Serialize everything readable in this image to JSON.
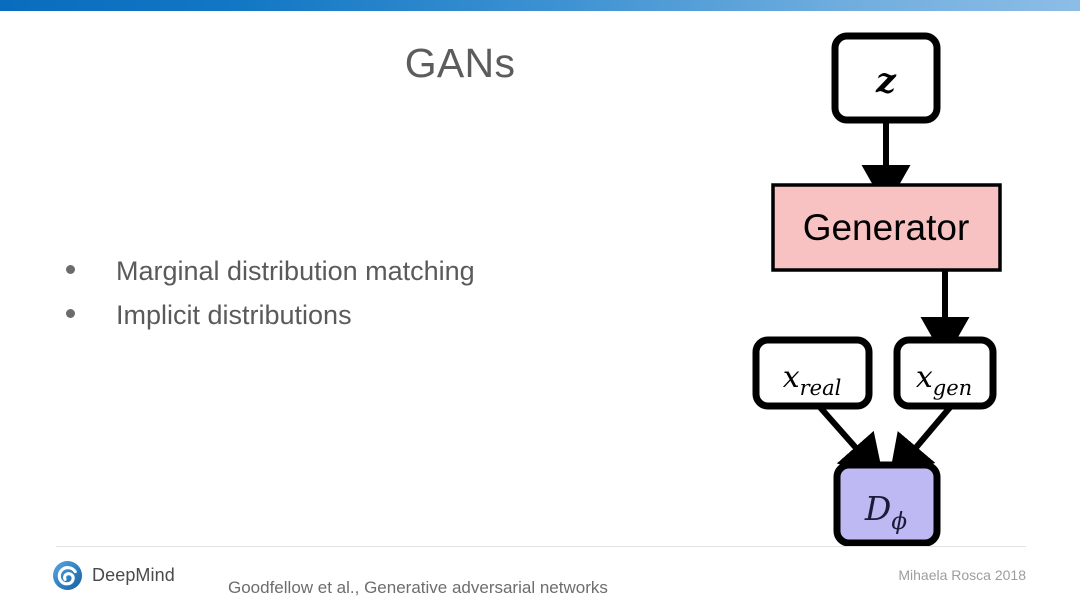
{
  "slide": {
    "title": "GANs",
    "theme": {
      "topbar_gradient_from": "#0a6cbe",
      "topbar_gradient_to": "#8dbde7",
      "title_color": "#5c5c5c",
      "body_text_color": "#5a5a5a",
      "divider_color": "#e2e2e2"
    }
  },
  "bullets": [
    {
      "text": "Marginal distribution matching"
    },
    {
      "text": "Implicit distributions"
    }
  ],
  "diagram": {
    "type": "flowchart",
    "nodes": [
      {
        "id": "z",
        "label": "z",
        "style": "rounded-outline",
        "fill": "#ffffff",
        "stroke": "#000000"
      },
      {
        "id": "gen",
        "label": "Generator",
        "style": "square-fill",
        "fill": "#f9c2c2",
        "stroke": "#000000"
      },
      {
        "id": "xreal",
        "label": "x",
        "subscript": "real",
        "style": "rounded-outline",
        "fill": "#ffffff",
        "stroke": "#000000"
      },
      {
        "id": "xgen",
        "label": "x",
        "subscript": "gen",
        "style": "rounded-outline",
        "fill": "#ffffff",
        "stroke": "#000000"
      },
      {
        "id": "disc",
        "label": "D",
        "subscript": "ϕ",
        "style": "rounded-fill",
        "fill": "#beb9f2",
        "stroke": "#000000"
      }
    ],
    "edges": [
      {
        "from": "z",
        "to": "gen"
      },
      {
        "from": "gen",
        "to": "xgen"
      },
      {
        "from": "xreal",
        "to": "disc"
      },
      {
        "from": "xgen",
        "to": "disc"
      }
    ]
  },
  "footer": {
    "brand": "DeepMind",
    "citation": "Goodfellow et al., Generative adversarial networks",
    "credit": "Mihaela Rosca 2018"
  }
}
